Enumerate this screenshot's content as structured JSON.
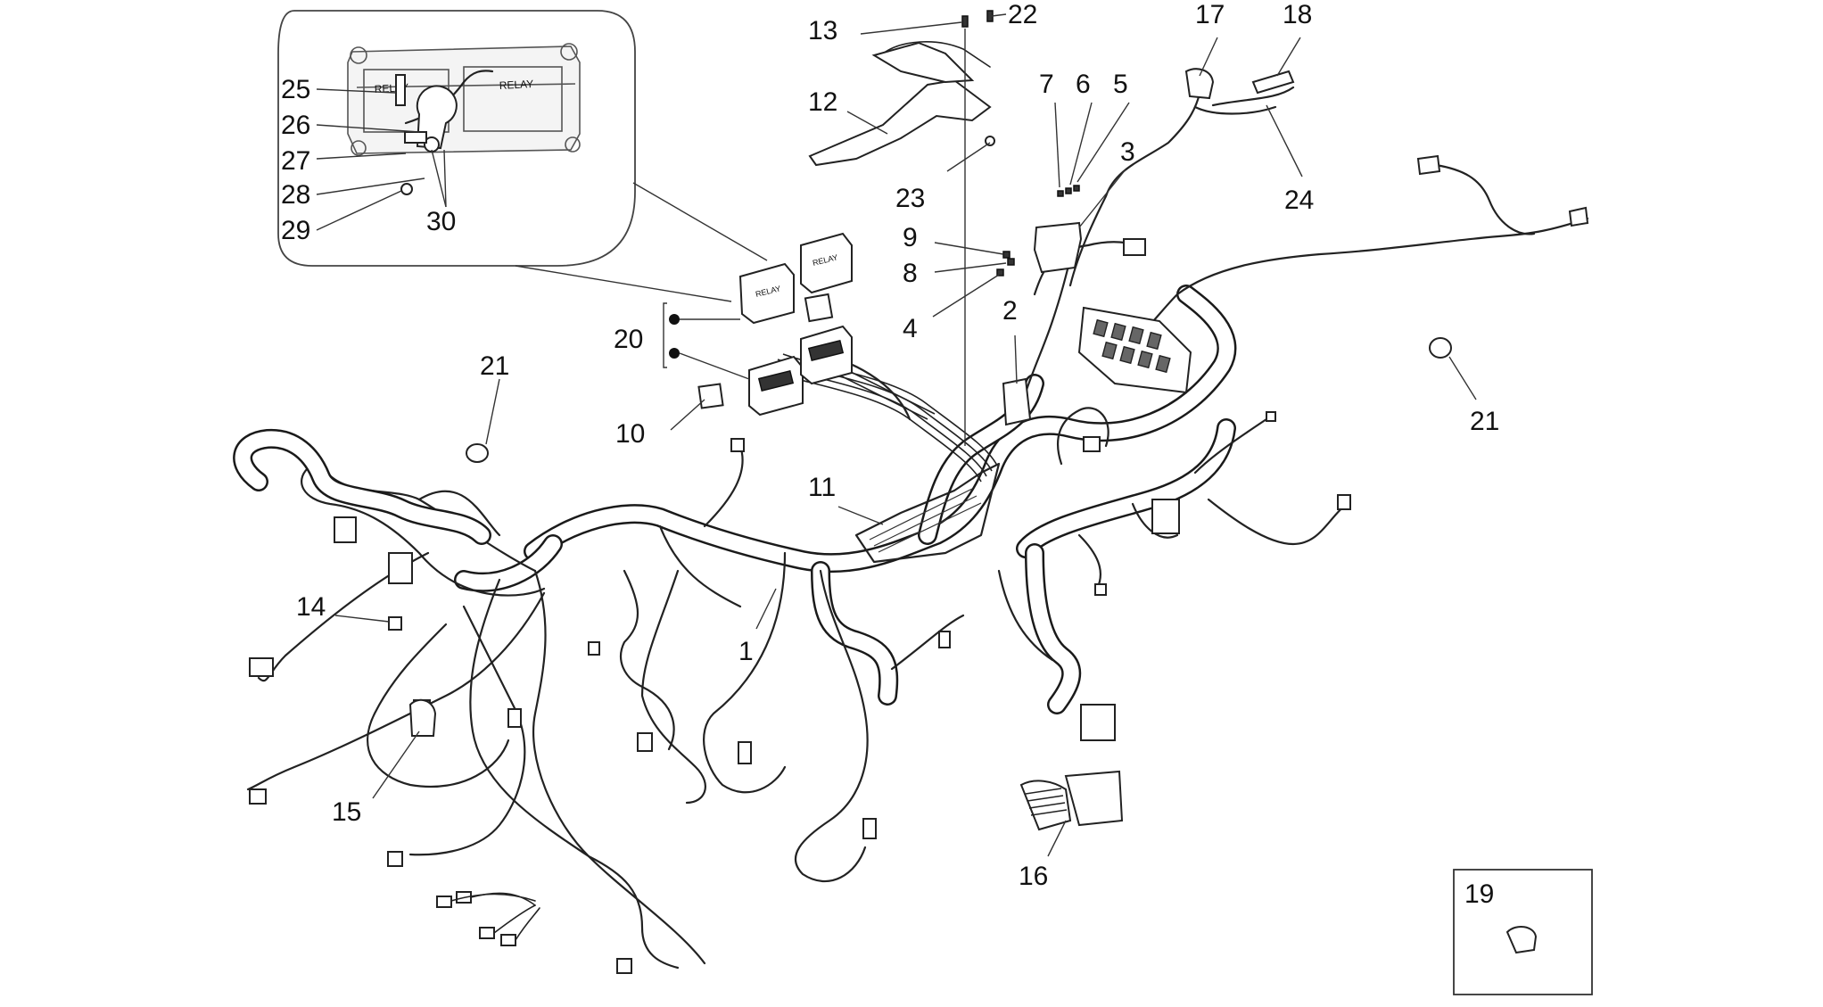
{
  "diagram": {
    "callouts": [
      {
        "id": "c1",
        "label": "1"
      },
      {
        "id": "c2",
        "label": "2"
      },
      {
        "id": "c3",
        "label": "3"
      },
      {
        "id": "c4",
        "label": "4"
      },
      {
        "id": "c5",
        "label": "5"
      },
      {
        "id": "c6",
        "label": "6"
      },
      {
        "id": "c7",
        "label": "7"
      },
      {
        "id": "c8",
        "label": "8"
      },
      {
        "id": "c9",
        "label": "9"
      },
      {
        "id": "c10",
        "label": "10"
      },
      {
        "id": "c11",
        "label": "11"
      },
      {
        "id": "c12",
        "label": "12"
      },
      {
        "id": "c13",
        "label": "13"
      },
      {
        "id": "c14",
        "label": "14"
      },
      {
        "id": "c15",
        "label": "15"
      },
      {
        "id": "c16",
        "label": "16"
      },
      {
        "id": "c17",
        "label": "17"
      },
      {
        "id": "c18",
        "label": "18"
      },
      {
        "id": "c19",
        "label": "19"
      },
      {
        "id": "c20",
        "label": "20"
      },
      {
        "id": "c21a",
        "label": "21"
      },
      {
        "id": "c21b",
        "label": "21"
      },
      {
        "id": "c22",
        "label": "22"
      },
      {
        "id": "c23",
        "label": "23"
      },
      {
        "id": "c24",
        "label": "24"
      },
      {
        "id": "c25",
        "label": "25"
      },
      {
        "id": "c26",
        "label": "26"
      },
      {
        "id": "c27",
        "label": "27"
      },
      {
        "id": "c28",
        "label": "28"
      },
      {
        "id": "c29",
        "label": "29"
      },
      {
        "id": "c30",
        "label": "30"
      }
    ],
    "relay_marking": "RELAY",
    "line_color": "#222222",
    "background_color": "#ffffff"
  }
}
